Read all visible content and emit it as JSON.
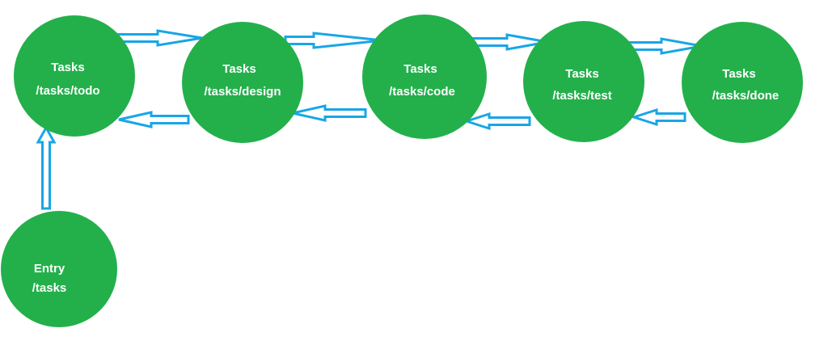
{
  "colors": {
    "node_fill": "#23b04b",
    "arrow_stroke": "#18a6e6",
    "text": "#ffffff"
  },
  "nodes": [
    {
      "id": "todo",
      "line1": "Tasks",
      "line2": "/tasks/todo"
    },
    {
      "id": "design",
      "line1": "Tasks",
      "line2": "/tasks/design"
    },
    {
      "id": "code",
      "line1": "Tasks",
      "line2": "/tasks/code"
    },
    {
      "id": "test",
      "line1": "Tasks",
      "line2": "/tasks/test"
    },
    {
      "id": "done",
      "line1": "Tasks",
      "line2": "/tasks/done"
    },
    {
      "id": "entry",
      "line1": "Entry",
      "line2": "/tasks"
    }
  ],
  "edges": [
    {
      "from": "entry",
      "to": "todo"
    },
    {
      "from": "todo",
      "to": "design"
    },
    {
      "from": "design",
      "to": "code"
    },
    {
      "from": "code",
      "to": "test"
    },
    {
      "from": "test",
      "to": "done"
    },
    {
      "from": "design",
      "to": "todo"
    },
    {
      "from": "code",
      "to": "design"
    },
    {
      "from": "test",
      "to": "code"
    },
    {
      "from": "done",
      "to": "test"
    }
  ]
}
